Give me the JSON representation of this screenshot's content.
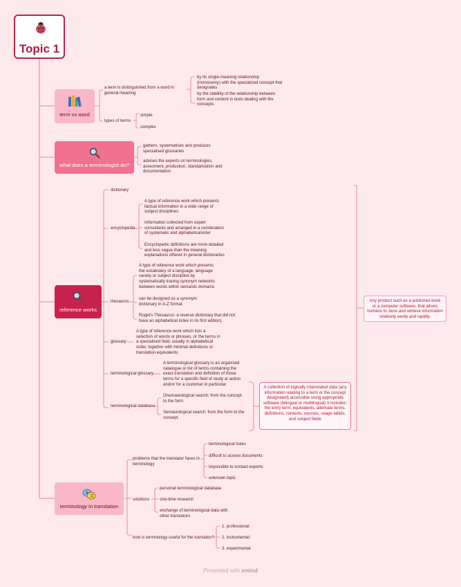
{
  "root": {
    "title": "Topic 1",
    "icon": "ladybug-icon"
  },
  "topics": [
    {
      "label": "term vs word",
      "icon": "books-icon",
      "branches": [
        {
          "label": "a term is distinguished from a word in general meaning",
          "children": [
            "by its single-meaning relationship (monosemy) with the specialized concept that designates",
            "by the stability of the relationship between form and content in texts dealing with the concepts"
          ]
        },
        {
          "label": "types of terms",
          "children": [
            "simple",
            "complex"
          ]
        }
      ]
    },
    {
      "label": "what does a terminologist do?",
      "icon": "magnifier-icon",
      "branches": [
        {
          "label": "gathers, systematises and produces specialised glossaries"
        },
        {
          "label": "advises the experts on terminologies, assesment, production, standarization and documentation"
        }
      ]
    },
    {
      "label": "reference works",
      "icon": "magnifier-icon",
      "summary": "Any product such as a published book or a computer software, that allows humans to store and retrieve information relatively easily and rapidly.",
      "branches": [
        {
          "label": "dictionary"
        },
        {
          "label": "encyclopedia",
          "children": [
            "A type of reference work which presents factual information in a wide range of subject disciplines",
            "Information collected from expert consultants and arranged in a combination of systematic and alphabeticalorder",
            "Encyclopedic definitions are more detailed and less vague than the meaning explanations offered in general dictionaries"
          ]
        },
        {
          "label": "thesaurus",
          "children": [
            "A type of reference work which presents the vocabulary of a language, language variety or subject discipline by systematically tracing synonym networks between words within semantic domains",
            "can be designed as a synonym dictionary in A-Z format",
            "Roget's Thesaurus: a reverse dictionary that did not have an alphabetical index in its first edition)."
          ]
        },
        {
          "label": "glossary",
          "children": [
            "A type of reference work which lists a selection of words or phrases, or the terms in a specialised field, usually in alphabetical order, together with minimal definitions or translation equivalents"
          ]
        },
        {
          "label": "terminological glossary",
          "children": [
            "A terminological glossary is an organised catalogue or list of terms containing the exact translation and definition of those terms for a specific field of study or action and/or for a customer in particular."
          ]
        },
        {
          "label": "terminological database",
          "children": [
            "Onomasiological search: from the concept to the form",
            "Semasiological search: from the form to the concept."
          ],
          "summary": "A collection of logically interrelated data (any information relating to a term or the concept designated) accessible using appropriate software (bilingual or multilingual) It includes: the entry term, equivalents, alternate terms, definitions, contexts, sources, usage labels, and subject fields"
        }
      ]
    },
    {
      "label": "terminology in translation",
      "icon": "speech-bubbles-icon",
      "branches": [
        {
          "label": "problems that the translator faces in terminology",
          "children": [
            "terminological holes",
            "difficult to access documents",
            "impossible to contact experts",
            "unknown topic"
          ]
        },
        {
          "label": "solutions",
          "children": [
            "personal terminological database",
            "one-time research",
            "exchange of terminological data with other translators"
          ]
        },
        {
          "label": "how is terminology useful for the translator?",
          "children": [
            "1. professional",
            "2. instrumental",
            "3. experimental"
          ]
        }
      ]
    }
  ],
  "footer": {
    "prefix": "Presented with",
    "brand": "xmind"
  },
  "colors": {
    "background": "#fde9ee",
    "accent": "#c21f4a",
    "line": "#e07590",
    "line_light": "#f3a3b8"
  }
}
